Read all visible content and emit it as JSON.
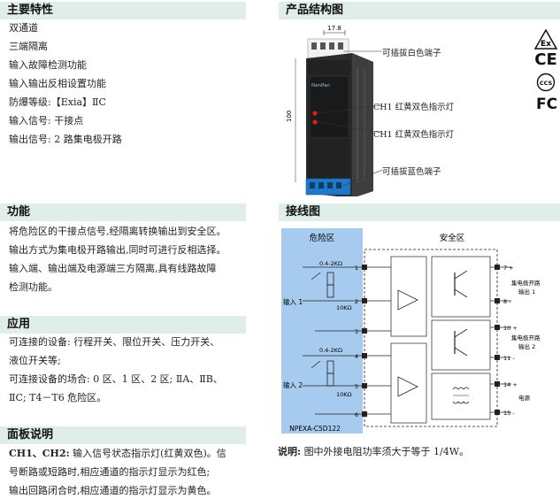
{
  "features": {
    "title": "主要特性",
    "items": [
      "双通道",
      "三端隔离",
      "输入故障检测功能",
      "输入输出反相设置功能",
      "防爆等级:【Exia】ⅡC",
      "输入信号: 干接点",
      "输出信号: 2 路集电极开路"
    ]
  },
  "structure": {
    "title": "产品结构图",
    "dim_width": "17.8",
    "dim_height": "100",
    "brand": "NanPan",
    "labels": [
      "可插拔白色端子",
      "CH1 红黄双色指示灯",
      "CH1 红黄双色指示灯",
      "可插拔蓝色端子"
    ]
  },
  "certs": [
    "Ex",
    "CE",
    "CCS",
    "FC"
  ],
  "function": {
    "title": "功能",
    "lines": [
      "将危险区的干接点信号,经隔离转换输出到安全区。",
      "输出方式为集电极开路输出,同时可进行反相选择。",
      "输入端、输出端及电源端三方隔离,具有线路故障",
      "检测功能。"
    ]
  },
  "wiring": {
    "title": "接线图",
    "hazard": "危险区",
    "safe": "安全区",
    "resistor_range": "0.4-2KΩ",
    "r10k": "10KΩ",
    "input1": "输入 1",
    "input2": "输入 2",
    "model": "NPEXA-C5D122",
    "left_terms": [
      "1",
      "2",
      "3",
      "4",
      "5",
      "6"
    ],
    "right_terms": [
      "7 +",
      "8 -",
      "10 +",
      "11 -",
      "14 +",
      "15 -"
    ],
    "out1": [
      "集电极开路",
      "输出 1"
    ],
    "out2": [
      "集电极开路",
      "输出 2"
    ],
    "power": "电源"
  },
  "note": {
    "label": "说明:",
    "text": "图中外接电阻功率须大于等于 1/4W。"
  },
  "application": {
    "title": "应用",
    "lines": [
      "可连接的设备: 行程开关、限位开关、压力开关、",
      "液位开关等;",
      "可连接设备的场合: 0 区、1 区、2 区; ⅡA、ⅡB、",
      "ⅡC; T4－T6 危险区。"
    ]
  },
  "panel": {
    "title": "面板说明",
    "label": "CH1、CH2:",
    "lines": [
      " 输入信号状态指示灯(红黄双色)。信",
      "号断路或短路时,相应通道的指示灯显示为红色;",
      "输出回路闭合时,相应通道的指示灯显示为黄色。"
    ]
  }
}
